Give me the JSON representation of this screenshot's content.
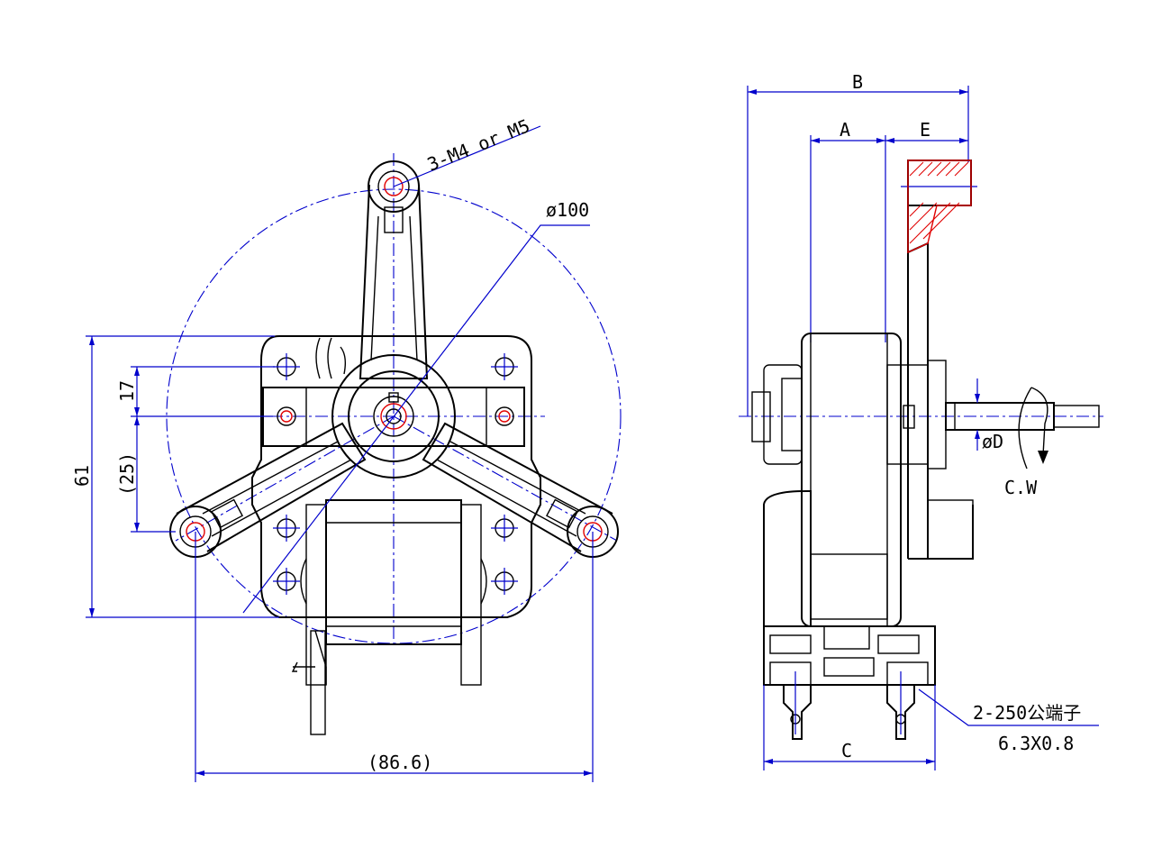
{
  "front_view": {
    "mount_note": "3-M4 or M5",
    "circle_dia": "ø100",
    "dim_17": "17",
    "dim_25": "(25)",
    "dim_61": "61",
    "dim_86_6": "(86.6)"
  },
  "side_view": {
    "dim_b": "B",
    "dim_a": "A",
    "dim_e": "E",
    "dim_c": "C",
    "dim_d": "øD",
    "rotation": "C.W",
    "terminal_line1": "2-250公端子",
    "terminal_line2": "6.3X0.8"
  },
  "colors": {
    "outline": "#000000",
    "dimension": "#0000cc",
    "hole_accent": "#e00000"
  }
}
